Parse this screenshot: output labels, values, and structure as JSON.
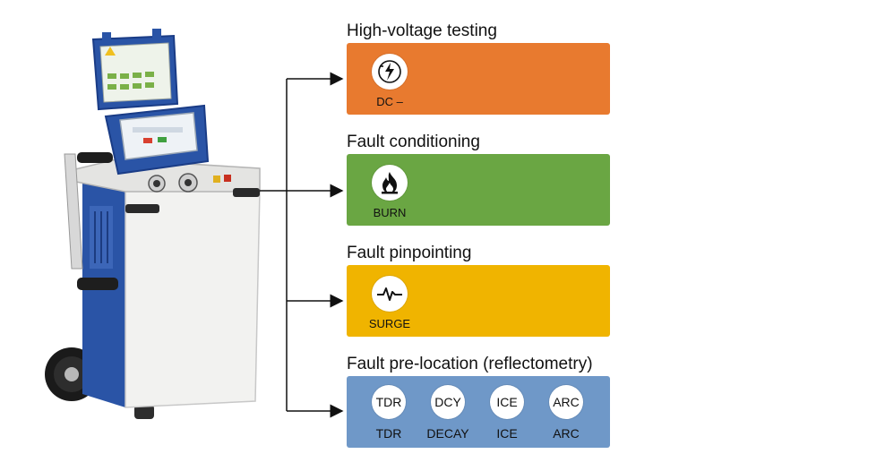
{
  "colors": {
    "high_voltage": "#e87a2f",
    "conditioning": "#6aa643",
    "pinpointing": "#f0b400",
    "prelocation": "#6f98c8",
    "cart_body": "#f2f2f0",
    "cart_panel": "#2a54a6",
    "line": "#111111"
  },
  "device": {
    "screen_icon": "yellow-warning-triangle-icon"
  },
  "sections": [
    {
      "title": "High-voltage testing",
      "modes": [
        {
          "icon": "dc-minus-lightning-icon",
          "caption": "DC –"
        }
      ]
    },
    {
      "title": "Fault conditioning",
      "modes": [
        {
          "icon": "flame-icon",
          "caption": "BURN"
        }
      ]
    },
    {
      "title": "Fault pinpointing",
      "modes": [
        {
          "icon": "pulse-wave-icon",
          "caption": "SURGE"
        }
      ]
    },
    {
      "title": "Fault pre-location (reflectometry)",
      "modes": [
        {
          "badge": "TDR",
          "caption": "TDR"
        },
        {
          "badge": "DCY",
          "caption": "DECAY"
        },
        {
          "badge": "ICE",
          "caption": "ICE"
        },
        {
          "badge": "ARC",
          "caption": "ARC"
        }
      ]
    }
  ]
}
